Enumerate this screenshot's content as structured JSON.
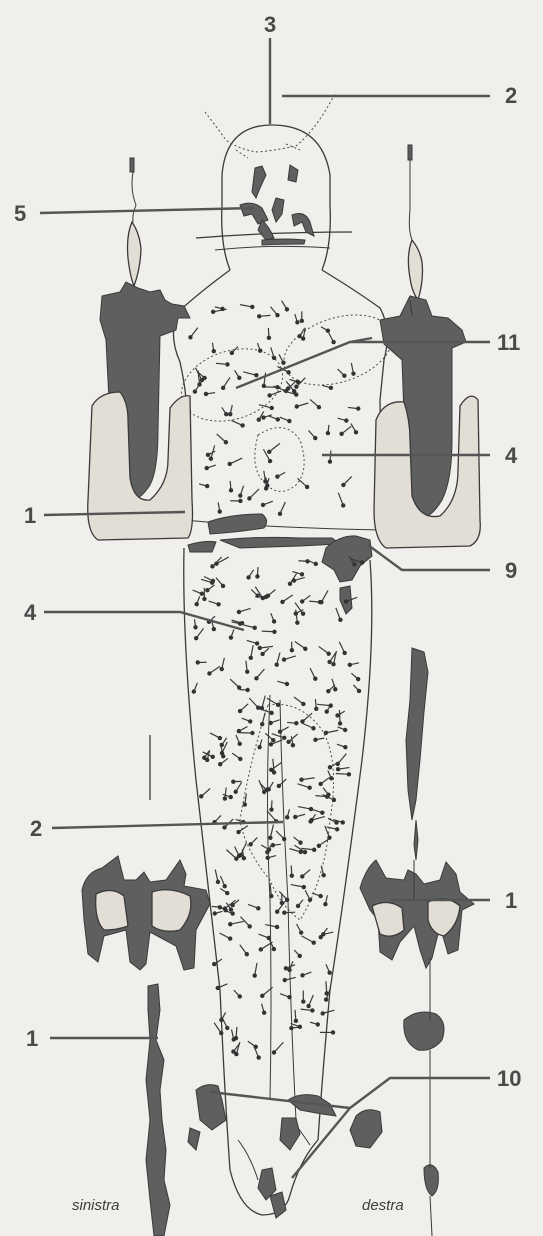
{
  "labels": {
    "label_3_top": "3",
    "label_2_top": "2",
    "label_5": "5",
    "label_11": "11",
    "label_4_right": "4",
    "label_1_left_upper": "1",
    "label_9": "9",
    "label_4_left": "4",
    "label_2_lower": "2",
    "label_1_right_lower": "1",
    "label_1_left_lower": "1",
    "label_10": "10"
  },
  "sides": {
    "left": "sinistra",
    "right": "destra"
  },
  "colors": {
    "background": "#f1efeb",
    "ink": "#3a3a3a",
    "dark_stain": "#5f5f5f",
    "light_stain": "#e2ddd5",
    "label": "#4a4a4a"
  }
}
